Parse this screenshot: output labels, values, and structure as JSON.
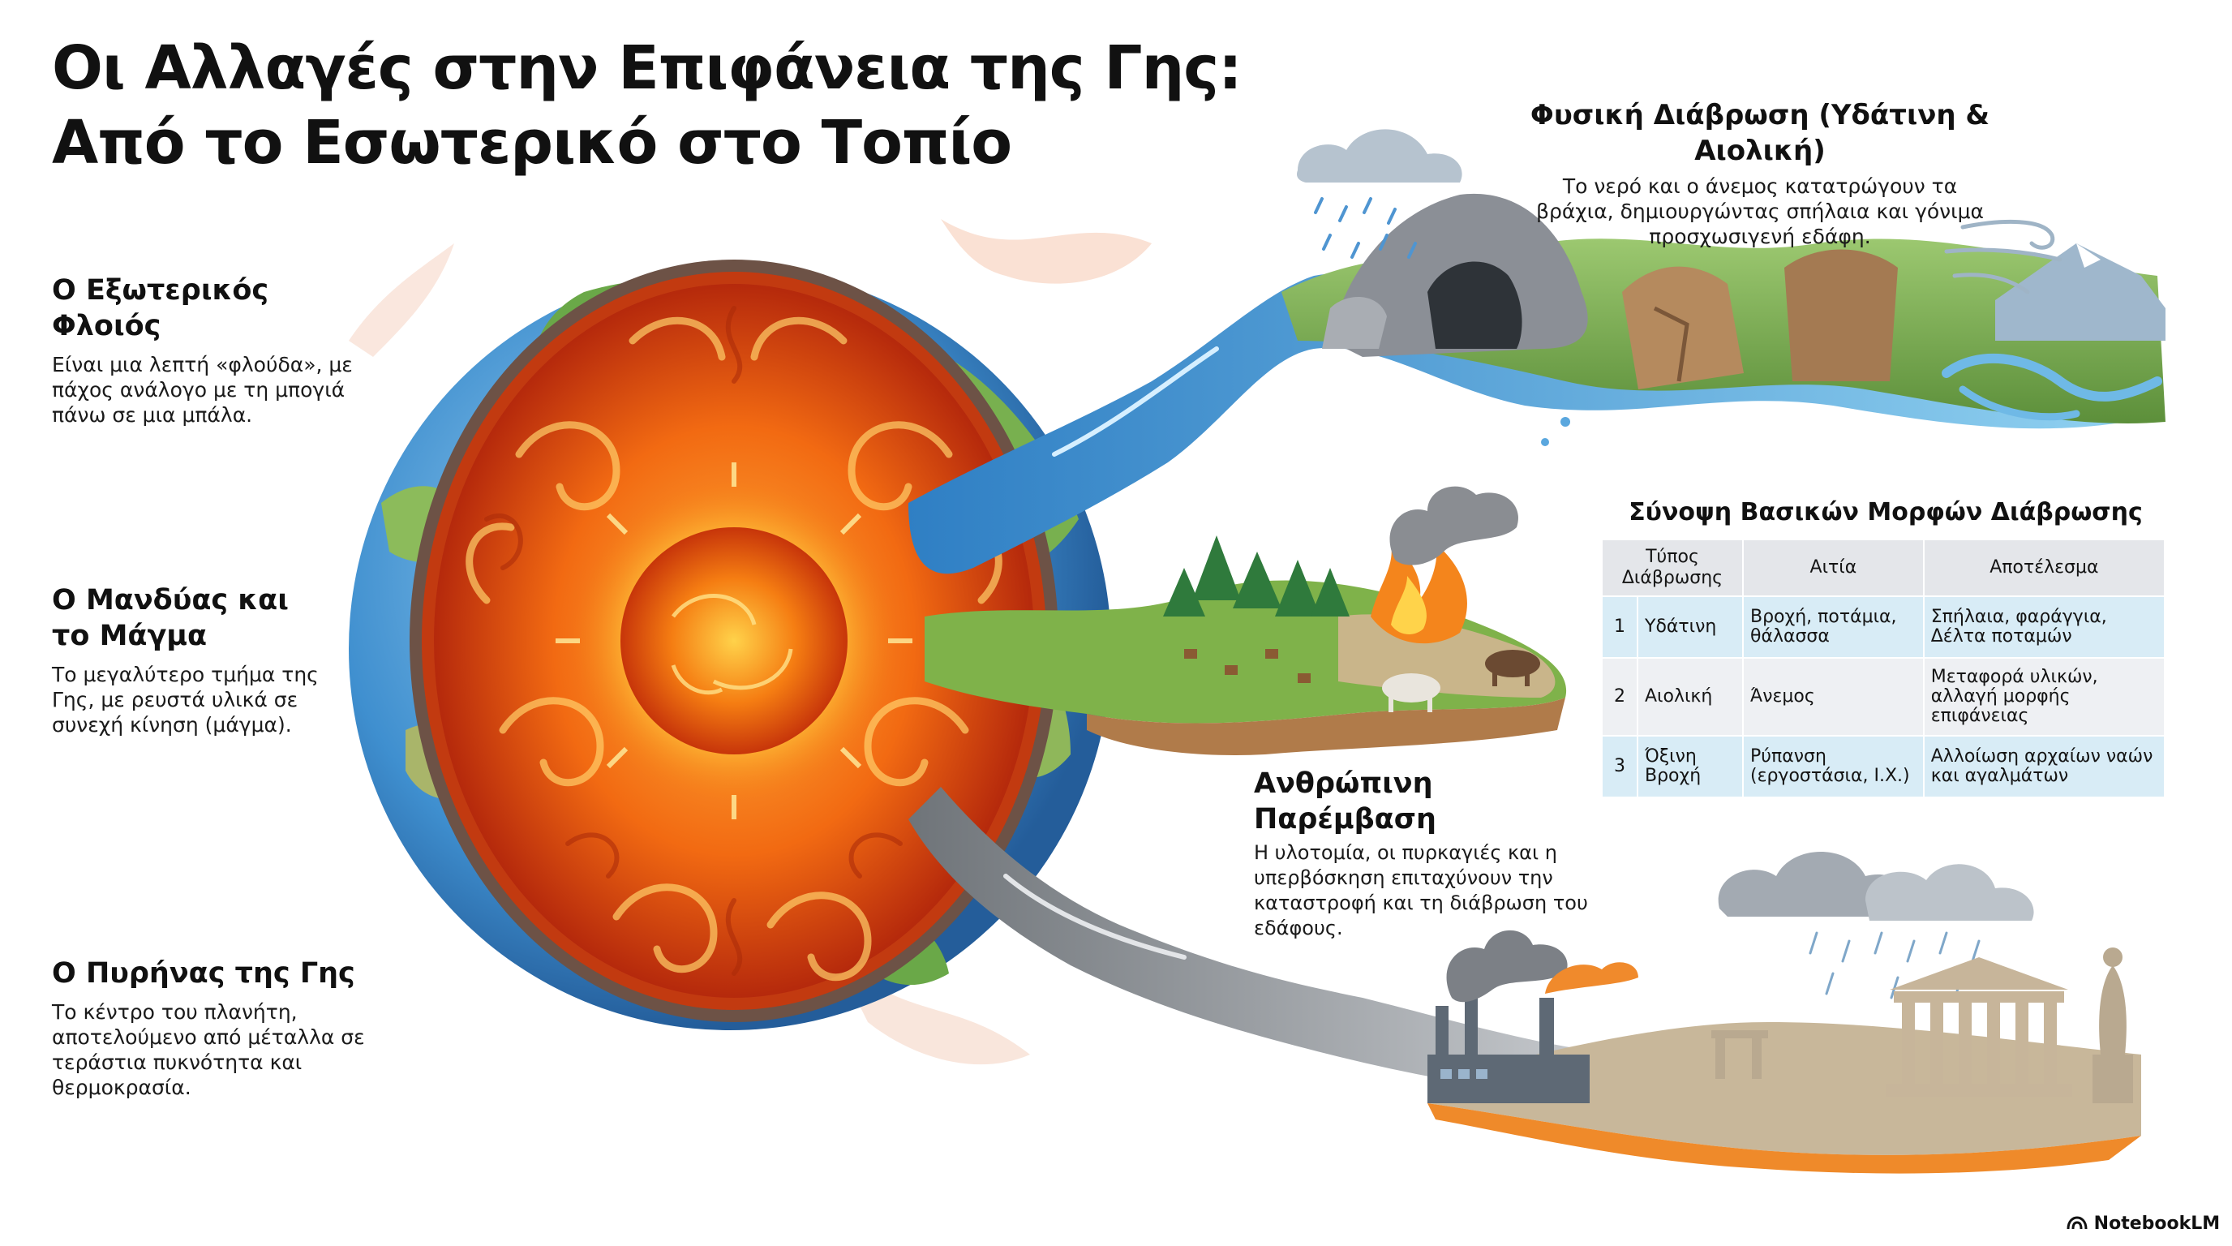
{
  "title": {
    "line1": "Οι Αλλαγές στην Επιφάνεια της Γης:",
    "line2": "Από το Εσωτερικό στο Τοπίο"
  },
  "crust": {
    "heading": "Ο Εξωτερικός Φλοιός",
    "text": "Είναι μια λεπτή «φλούδα», με πάχος ανάλογο με τη μπογιά πάνω σε μια μπάλα."
  },
  "mantle": {
    "heading": "Ο Μανδύας και το Μάγμα",
    "text": "Το μεγαλύτερο τμήμα της Γης, με ρευστά υλικά σε συνεχή κίνηση (μάγμα)."
  },
  "core": {
    "heading": "Ο Πυρήνας της Γης",
    "text": "Το κέντρο του πλανήτη, αποτελούμενο από μέταλλα σε τεράστια πυκνότητα και θερμοκρασία."
  },
  "physical_erosion": {
    "heading": "Φυσική Διάβρωση (Υδάτινη & Αιολική)",
    "text": "Το νερό και ο άνεμος κατατρώγουν τα βράχια, δημιουργώντας σπήλαια και γόνιμα προσχωσιγενή εδάφη."
  },
  "human": {
    "heading": "Ανθρώπινη Παρέμβαση",
    "text": "Η υλοτομία, οι πυρκαγιές και η υπερβόσκηση επιταχύνουν την καταστροφή και τη διάβρωση του εδάφους."
  },
  "summary": {
    "title": "Σύνοψη Βασικών Μορφών Διάβρωσης",
    "headers": [
      "Τύπος Διάβρωσης",
      "Αιτία",
      "Αποτέλεσμα"
    ],
    "rows": [
      {
        "num": "1",
        "type": "Υδάτινη",
        "cause": "Βροχή, ποτάμια, θάλασσα",
        "result": "Σπήλαια, φαράγγια, Δέλτα ποταμών"
      },
      {
        "num": "2",
        "type": "Αιολική",
        "cause": "Άνεμος",
        "result": "Μεταφορά υλικών, αλλαγή μορφής επιφάνειας"
      },
      {
        "num": "3",
        "type": "Όξινη Βροχή",
        "cause": "Ρύπανση (εργοστάσια, Ι.Χ.)",
        "result": "Αλλοίωση αρχαίων ναών και αγαλμάτων"
      }
    ]
  },
  "brand": "NotebookLM",
  "colors": {
    "water": "#3f9ad8",
    "core": "#f26a12",
    "mantle": "#e8531b",
    "land": "#7fb24a",
    "smoke": "#8a8d92"
  }
}
